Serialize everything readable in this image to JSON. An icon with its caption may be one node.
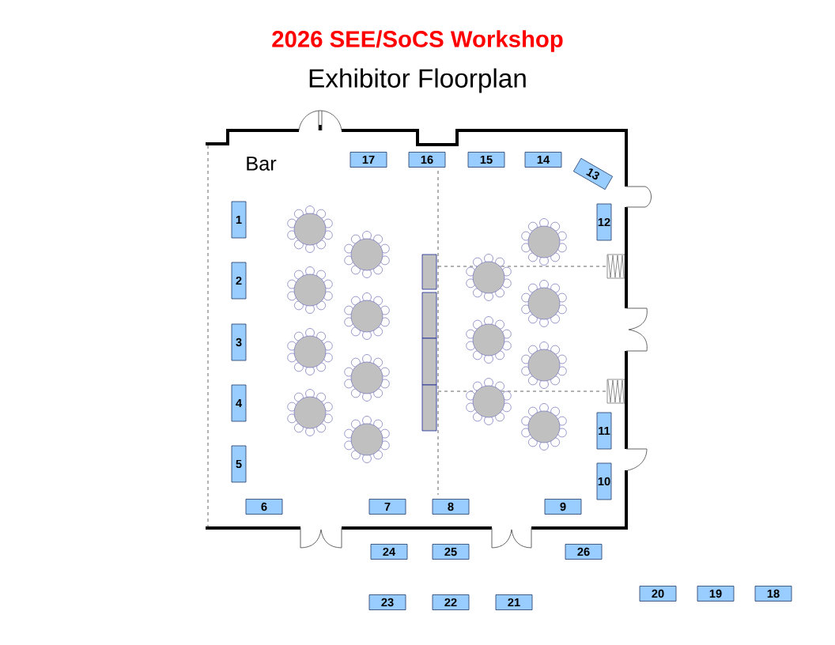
{
  "diagram": {
    "title": "2026 SEE/SoCS Workshop",
    "nodes": [
      {
        "text": [
          "1"
        ]
      },
      {
        "text": [
          "2"
        ]
      },
      {
        "text": [
          "3"
        ]
      },
      {
        "text": [
          "4"
        ]
      },
      {
        "text": [
          "5"
        ]
      },
      {
        "text": [
          "6"
        ]
      },
      {
        "text": [
          "7"
        ]
      },
      {
        "text": [
          "8"
        ]
      },
      {
        "text": [
          "9"
        ]
      },
      {
        "text": [
          "10"
        ]
      },
      {
        "text": [
          "11"
        ]
      },
      {
        "text": [
          "12"
        ]
      },
      {
        "text": [
          "13"
        ]
      },
      {
        "text": [
          "14"
        ]
      },
      {
        "text": [
          "15"
        ]
      },
      {
        "text": [
          "16"
        ]
      },
      {
        "text": [
          "17"
        ]
      },
      {
        "text": [
          "18"
        ]
      },
      {
        "text": [
          "19"
        ]
      },
      {
        "text": [
          "20"
        ]
      },
      {
        "text": [
          "21"
        ]
      },
      {
        "text": [
          "22"
        ]
      },
      {
        "text": [
          "23"
        ]
      },
      {
        "text": [
          "24"
        ]
      },
      {
        "text": [
          "25"
        ]
      },
      {
        "text": [
          "26"
        ]
      }
    ],
    "labels": [
      "Exhibitor Floorplan",
      "Bar"
    ]
  }
}
